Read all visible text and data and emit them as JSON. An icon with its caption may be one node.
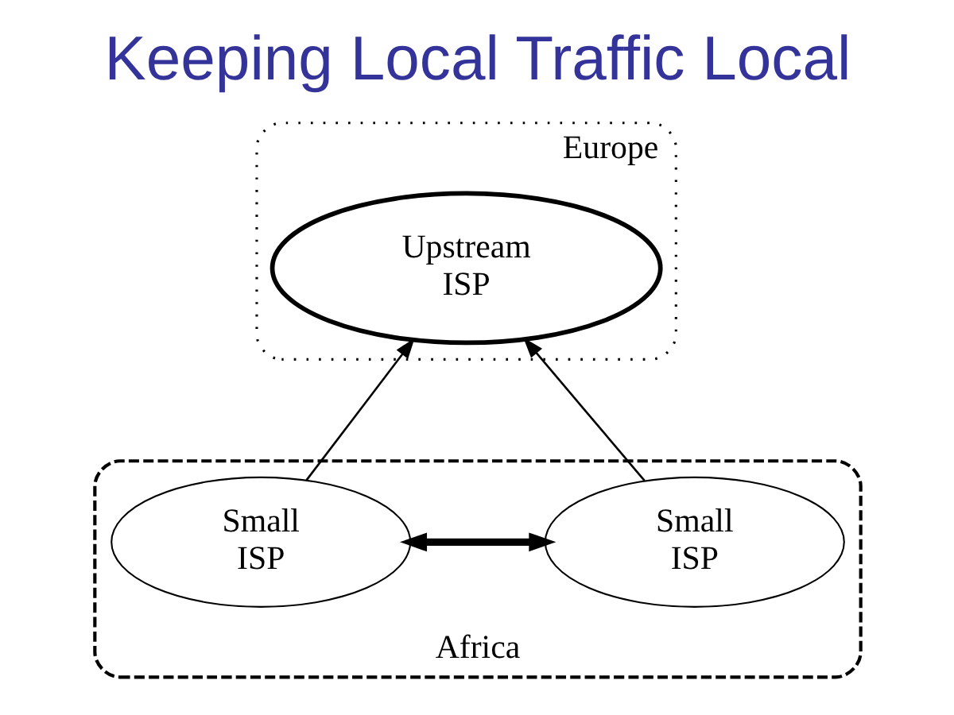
{
  "diagram": {
    "title": "Keeping Local Traffic Local",
    "nodes": [
      {
        "text": [
          "Europe"
        ]
      },
      {
        "text": [
          "Upstream ISP"
        ],
        "in": 0
      },
      {
        "text": [
          "Africa"
        ]
      },
      {
        "text": [
          "Small ISP"
        ],
        "in": 2
      },
      {
        "text": [
          "Small ISP"
        ],
        "in": 2
      }
    ],
    "edges": [
      {
        "from": 3,
        "to": 1,
        "arrow": "to"
      },
      {
        "from": 4,
        "to": 1,
        "arrow": "to"
      },
      {
        "from": 3,
        "to": 4,
        "arrow": "both",
        "style": "thick"
      }
    ]
  }
}
